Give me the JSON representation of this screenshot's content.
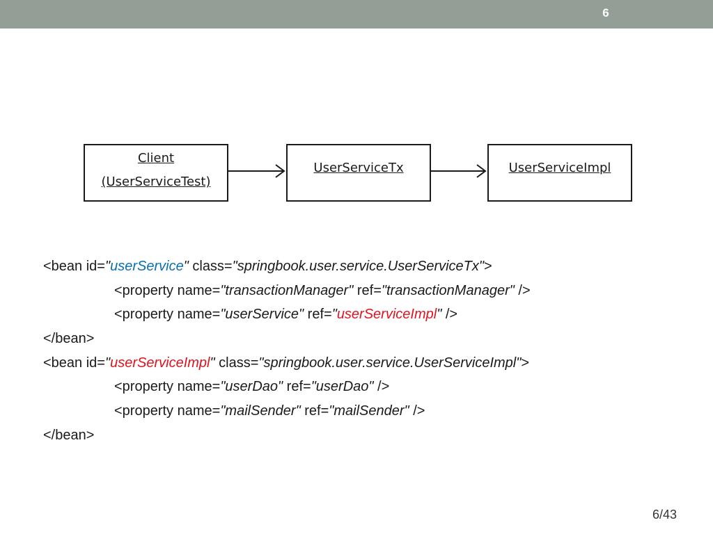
{
  "header": {
    "slide_number": "6"
  },
  "diagram": {
    "client_line1": "Client",
    "client_line2": "(UserServiceTest)",
    "tx_label": "UserServiceTx",
    "impl_label": "UserServiceImpl"
  },
  "code": {
    "l1": {
      "a": "<bean id=",
      "b": "\"",
      "c": "userService",
      "d": "\"",
      "e": " class=",
      "f": "\"springbook.user.service.UserServiceTx\"",
      "g": ">"
    },
    "l2": {
      "a": "<property name=",
      "b": "\"transactionManager\"",
      "c": " ref=",
      "d": "\"transactionManager\"",
      "e": " />"
    },
    "l3": {
      "a": "<property name=",
      "b": "\"userService\"",
      "c": " ref=",
      "d": "\"",
      "e": "userServiceImpl",
      "f": "\"",
      "g": " />"
    },
    "l4": {
      "a": "</bean>"
    },
    "l5": {
      "a": "<bean id=",
      "b": "\"",
      "c": "userServiceImpl",
      "d": "\"",
      "e": " class=",
      "f": "\"springbook.user.service.UserServiceImpl\"",
      "g": ">"
    },
    "l6": {
      "a": "<property name=",
      "b": "\"userDao\"",
      "c": " ref=",
      "d": "\"userDao\"",
      "e": " />"
    },
    "l7": {
      "a": "<property name=",
      "b": "\"mailSender\"",
      "c": " ref=",
      "d": "\"mailSender\"",
      "e": " />"
    },
    "l8": {
      "a": "</bean>"
    }
  },
  "footer": {
    "page": "6/43"
  },
  "colors": {
    "header_bar": "#929e96",
    "highlight_blue": "#0c6fb0",
    "highlight_red": "#e0141e"
  }
}
